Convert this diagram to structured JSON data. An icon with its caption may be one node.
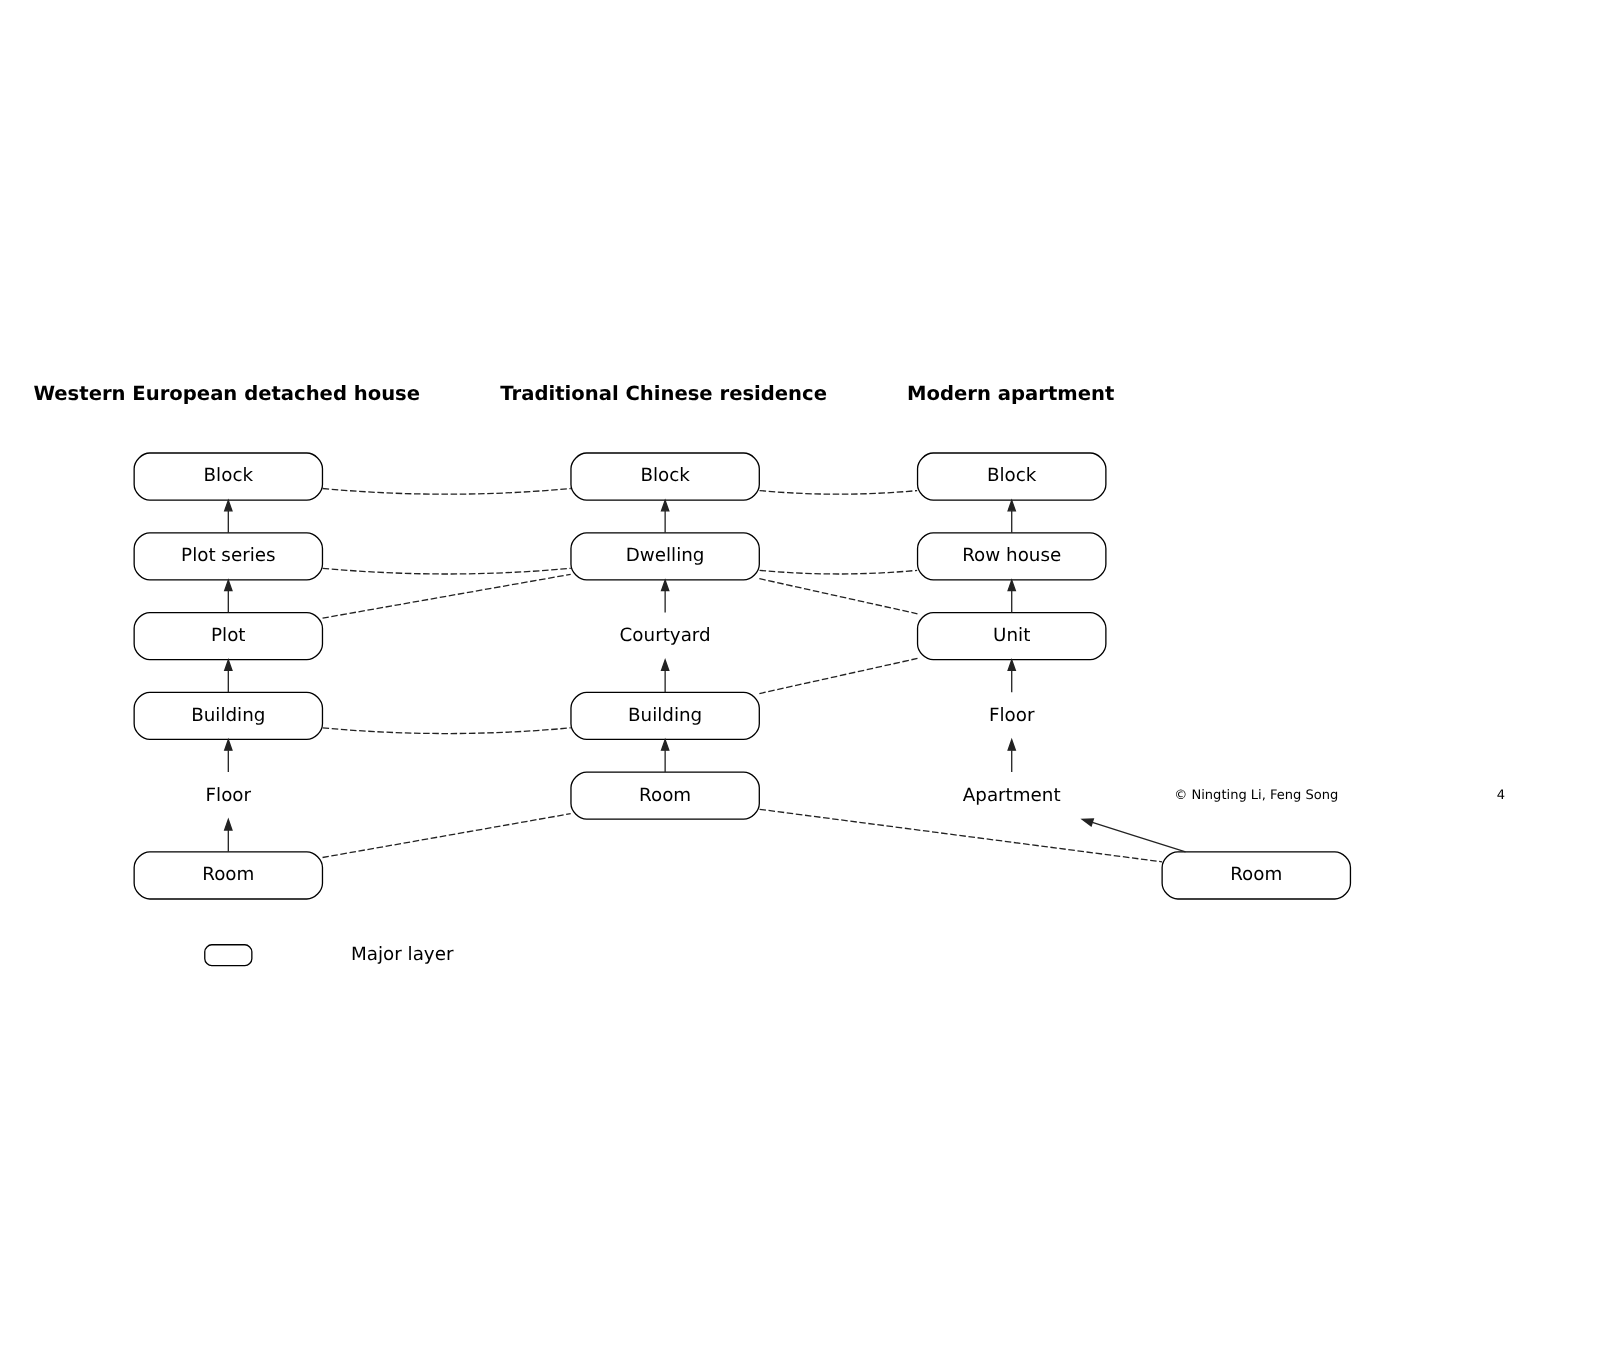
{
  "diagram": {
    "nodes": [
      {
        "text": [
          "Block"
        ]
      },
      {
        "text": [
          "Plot series"
        ]
      },
      {
        "text": [
          "Plot"
        ]
      },
      {
        "text": [
          "Building"
        ]
      },
      {
        "text": [
          "Floor"
        ]
      },
      {
        "text": [
          "Room"
        ]
      },
      {
        "text": [
          "Block"
        ]
      },
      {
        "text": [
          "Dwelling"
        ]
      },
      {
        "text": [
          "Courtyard"
        ]
      },
      {
        "text": [
          "Building"
        ]
      },
      {
        "text": [
          "Room"
        ]
      },
      {
        "text": [
          "Block"
        ]
      },
      {
        "text": [
          "Row house"
        ]
      },
      {
        "text": [
          "Unit"
        ]
      },
      {
        "text": [
          "Floor"
        ]
      },
      {
        "text": [
          "Apartment"
        ]
      },
      {
        "text": [
          "Room"
        ]
      }
    ],
    "edges": [
      {
        "from": 5,
        "to": 4,
        "arrow": "to"
      },
      {
        "from": 4,
        "to": 3,
        "arrow": "to"
      },
      {
        "from": 3,
        "to": 2,
        "arrow": "to"
      },
      {
        "from": 2,
        "to": 1,
        "arrow": "to"
      },
      {
        "from": 1,
        "to": 0,
        "arrow": "to"
      },
      {
        "from": 10,
        "to": 9,
        "arrow": "to"
      },
      {
        "from": 9,
        "to": 8,
        "arrow": "to"
      },
      {
        "from": 8,
        "to": 7,
        "arrow": "to"
      },
      {
        "from": 7,
        "to": 6,
        "arrow": "to"
      },
      {
        "from": 16,
        "to": 15,
        "arrow": "to"
      },
      {
        "from": 15,
        "to": 14,
        "arrow": "to"
      },
      {
        "from": 14,
        "to": 13,
        "arrow": "to"
      },
      {
        "from": 13,
        "to": 12,
        "arrow": "to"
      },
      {
        "from": 12,
        "to": 11,
        "arrow": "to"
      },
      {
        "from": 0,
        "to": 6,
        "arrow": "none",
        "style": "dashed"
      },
      {
        "from": 1,
        "to": 7,
        "arrow": "none",
        "style": "dashed"
      },
      {
        "from": 2,
        "to": 7,
        "arrow": "none",
        "style": "dashed"
      },
      {
        "from": 3,
        "to": 9,
        "arrow": "none",
        "style": "dashed"
      },
      {
        "from": 5,
        "to": 10,
        "arrow": "none",
        "style": "dashed"
      },
      {
        "from": 6,
        "to": 11,
        "arrow": "none",
        "style": "dashed"
      },
      {
        "from": 7,
        "to": 12,
        "arrow": "none",
        "style": "dashed"
      },
      {
        "from": 7,
        "to": 13,
        "arrow": "none",
        "style": "dashed"
      },
      {
        "from": 9,
        "to": 13,
        "arrow": "none",
        "style": "dashed"
      },
      {
        "from": 10,
        "to": 16,
        "arrow": "none",
        "style": "dashed"
      }
    ],
    "labels": [
      "Western European detached house",
      "Traditional Chinese residence",
      "Modern apartment",
      "© Ningting Li, Feng Song",
      "4"
    ],
    "legend": [
      {
        "text": "Major layer"
      }
    ]
  }
}
